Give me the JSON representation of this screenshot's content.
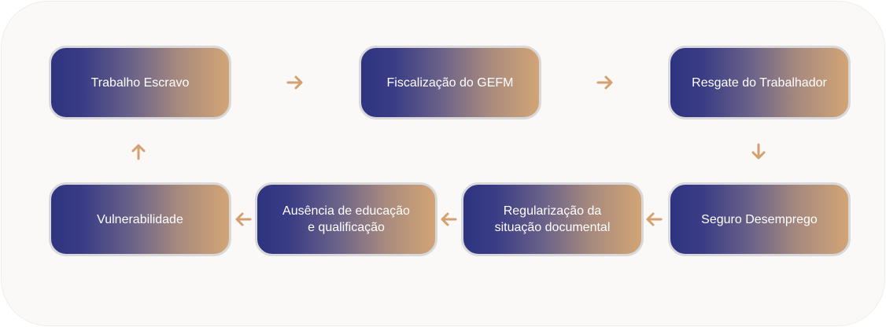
{
  "colors": {
    "box_gradient_start": "#2e3480",
    "box_gradient_end": "#d2a575",
    "box_border": "#d9d8db",
    "arrow": "#d4a06e",
    "background": "#faf9f7"
  },
  "nodes": [
    {
      "label_lines": [
        "Trabalho Escravo"
      ]
    },
    {
      "label_lines": [
        "Fiscalização do GEFM"
      ]
    },
    {
      "label_lines": [
        "Resgate do Trabalhador"
      ]
    },
    {
      "label_lines": [
        "Seguro Desemprego"
      ]
    },
    {
      "label_lines": [
        "Regularização da",
        "situação documental"
      ]
    },
    {
      "label_lines": [
        "Ausência de educação",
        "e qualificação"
      ]
    },
    {
      "label_lines": [
        "Vulnerabilidade"
      ]
    }
  ],
  "edges": [
    {
      "from": "Trabalho Escravo",
      "to": "Fiscalização do GEFM",
      "direction": "right"
    },
    {
      "from": "Fiscalização do GEFM",
      "to": "Resgate do Trabalhador",
      "direction": "right"
    },
    {
      "from": "Resgate do Trabalhador",
      "to": "Seguro Desemprego",
      "direction": "down"
    },
    {
      "from": "Seguro Desemprego",
      "to": "Regularização da situação documental",
      "direction": "left"
    },
    {
      "from": "Regularização da situação documental",
      "to": "Ausência de educação e qualificação",
      "direction": "left"
    },
    {
      "from": "Ausência de educação e qualificação",
      "to": "Vulnerabilidade",
      "direction": "left"
    },
    {
      "from": "Vulnerabilidade",
      "to": "Trabalho Escravo",
      "direction": "up"
    }
  ]
}
